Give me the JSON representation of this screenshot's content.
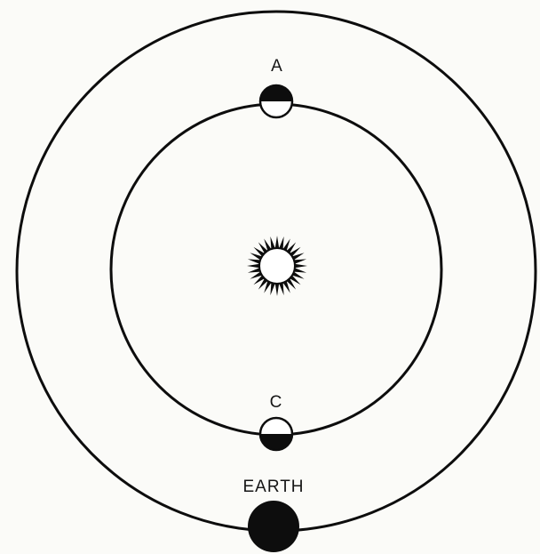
{
  "diagram": {
    "labels": {
      "point_a": "A",
      "point_c": "C",
      "earth": "EARTH"
    },
    "objects": {
      "sun": "sun-icon",
      "outer_orbit": "outer-orbit",
      "inner_orbit": "inner-orbit",
      "planet_a": "planet-at-position-a",
      "planet_c": "planet-at-position-c",
      "earth": "earth"
    },
    "colors": {
      "ink": "#0d0d0d",
      "background": "#fbfbf8",
      "lit": "#ffffff"
    }
  }
}
